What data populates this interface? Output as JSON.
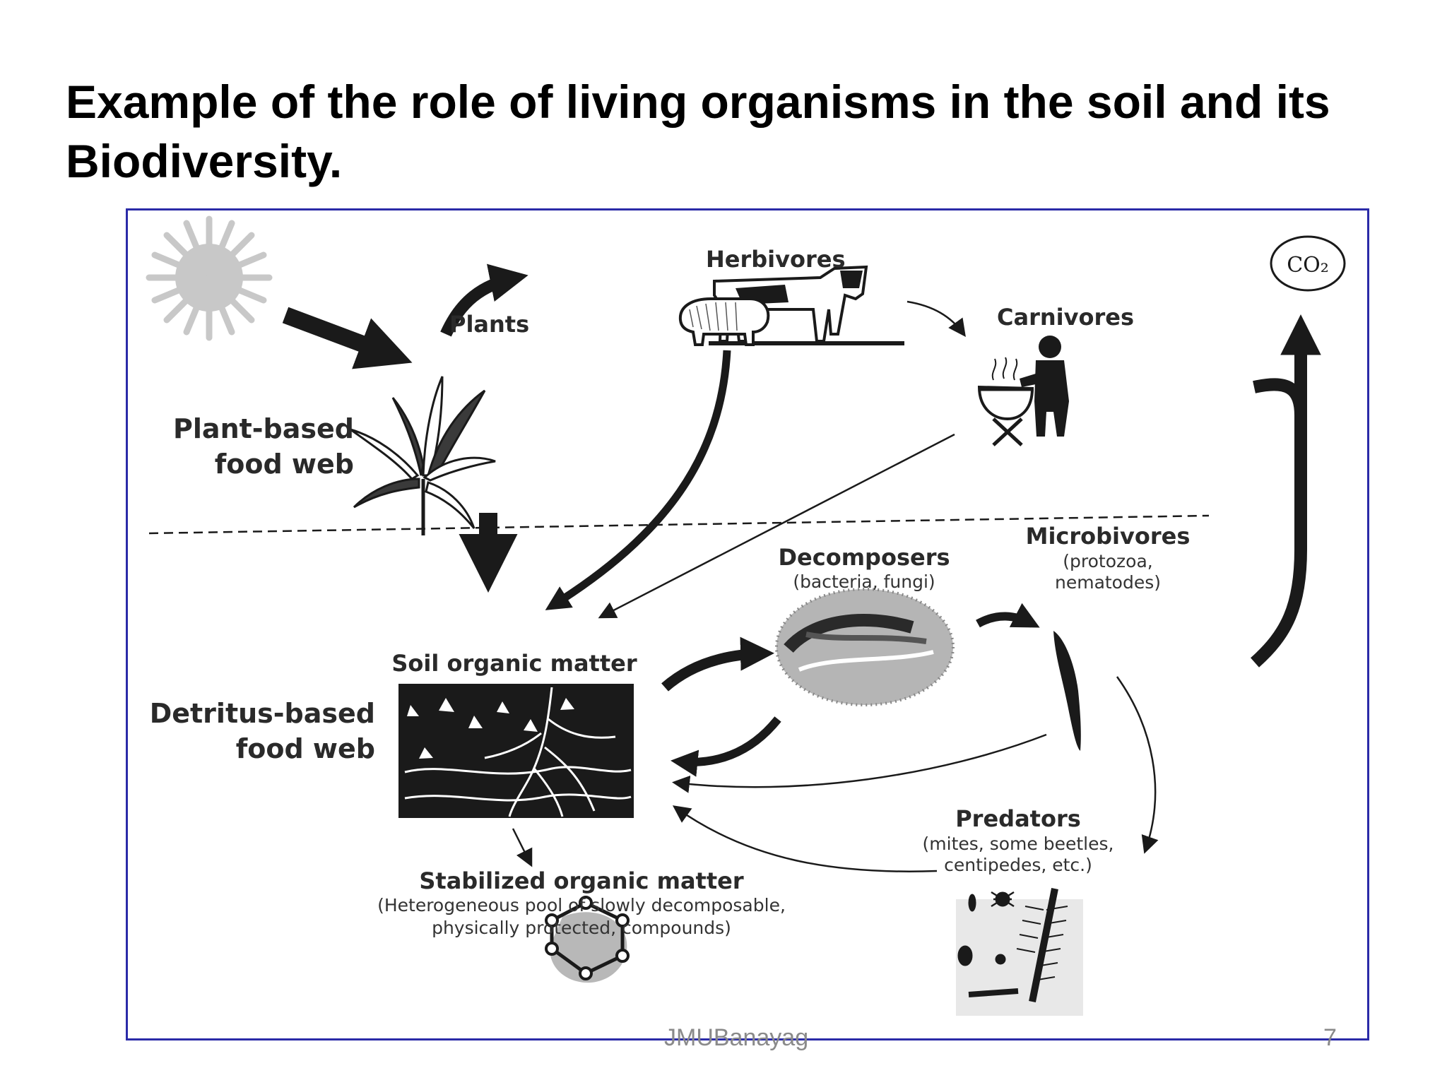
{
  "slide": {
    "title": "Example of  the role of  living organisms in the soil and its Biodiversity.",
    "footer_author": "JMUBanayag",
    "page_number": "7"
  },
  "diagram": {
    "labels": {
      "herbivores": "Herbivores",
      "plants": "Plants",
      "carnivores": "Carnivores",
      "co2": "CO₂",
      "plant_web_line1": "Plant-based",
      "plant_web_line2": "food web",
      "decomposers": "Decomposers",
      "decomposers_sub": "(bacteria, fungi)",
      "microbivores": "Microbivores",
      "microbivores_sub1": "(protozoa,",
      "microbivores_sub2": "nematodes)",
      "soil_organic_matter": "Soil organic matter",
      "detritus_web_line1": "Detritus-based",
      "detritus_web_line2": "food web",
      "predators": "Predators",
      "predators_sub1": "(mites, some beetles,",
      "predators_sub2": "centipedes, etc.)",
      "stabilized": "Stabilized organic matter",
      "stabilized_sub1": "(Heterogeneous pool of slowly decomposable,",
      "stabilized_sub2": "physically protected, compounds)"
    }
  }
}
